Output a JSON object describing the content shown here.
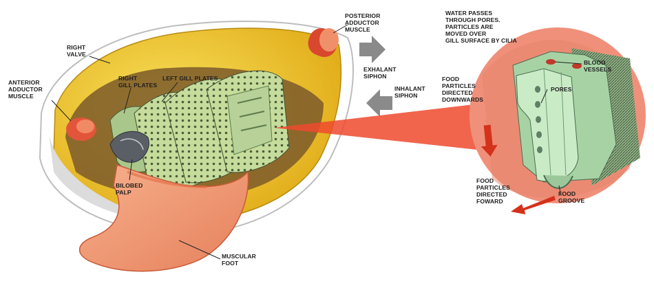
{
  "labels": {
    "right_valve": [
      "RIGHT",
      "VALVE"
    ],
    "anterior_adductor": [
      "ANTERIOR",
      "ADDUCTOR",
      "MUSCLE"
    ],
    "right_gill_plates": [
      "RIGHT",
      "GILL PLATES"
    ],
    "left_gill_plates": [
      "LEFT GILL PLATES"
    ],
    "posterior_adductor": [
      "POSTERIOR",
      "ADDUCTOR",
      "MUSCLE"
    ],
    "exhalant_siphon": [
      "EXHALANT",
      "SIPHON"
    ],
    "inhalant_siphon": [
      "INHALANT",
      "SIPHON"
    ],
    "water_passes": [
      "WATER PASSES",
      "THROUGH PORES.",
      "PARTICLES ARE",
      "MOVED OVER",
      "GILL SURFACE BY CILIA"
    ],
    "food_downwards": [
      "FOOD",
      "PARTICLES",
      "DIRECTED",
      "DOWNWARDS"
    ],
    "blood_vessels": [
      "BLOOD",
      "VESSELS"
    ],
    "pores": [
      "PORES"
    ],
    "bilobed_palp": [
      "BILOBED",
      "PALP"
    ],
    "muscular_foot": [
      "MUSCULAR",
      "FOOT"
    ],
    "food_foward": [
      "FOOD",
      "PARTICLES",
      "DIRECTED",
      "FOWARD"
    ],
    "food_groove": [
      "FOOD",
      "GROOVE"
    ]
  },
  "colors": {
    "shell_yellow": "#f2c81e",
    "muscle_red": "#e2553a",
    "gill_green": "#c6dc9c",
    "foot_orange": "#f29a72",
    "magnified_bg": "#f0907a",
    "arrow_grey": "#8a8a8a"
  }
}
